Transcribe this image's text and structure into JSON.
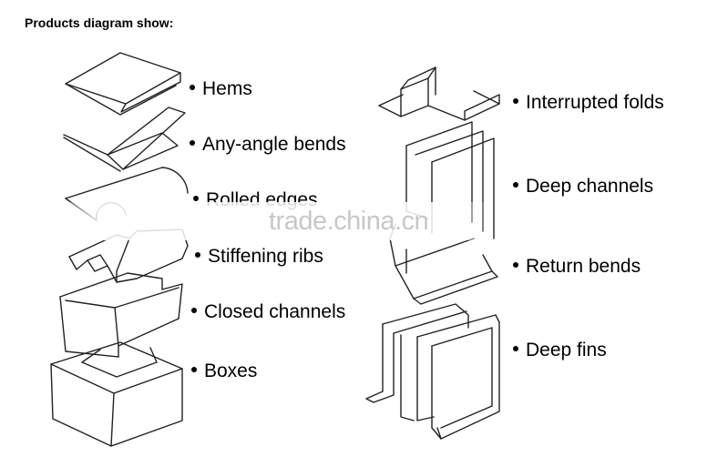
{
  "header": {
    "title": "Products diagram show:"
  },
  "left_items": [
    {
      "label": "Hems"
    },
    {
      "label": "Any-angle bends"
    },
    {
      "label": "Rolled edges"
    },
    {
      "label": "Stiffening ribs"
    },
    {
      "label": "Closed channels"
    },
    {
      "label": "Boxes"
    }
  ],
  "right_items": [
    {
      "label": "Interrupted folds"
    },
    {
      "label": "Deep channels"
    },
    {
      "label": "Return bends"
    },
    {
      "label": "Deep fins"
    }
  ],
  "watermark": {
    "text": "trade.china.cn"
  },
  "colors": {
    "line": "#222222",
    "text": "#000000",
    "watermark": "#c8c8c8"
  }
}
